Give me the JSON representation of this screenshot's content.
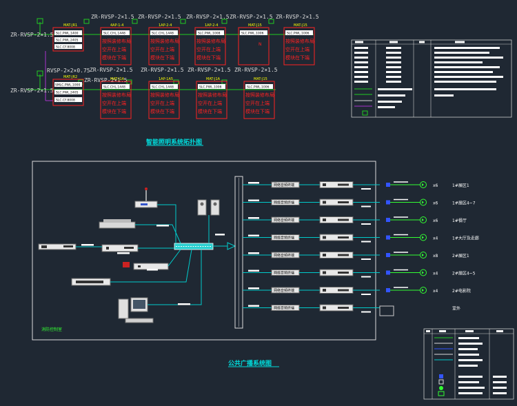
{
  "lighting": {
    "title": "智能照明系统拓扑图",
    "row1": {
      "lead_cable": "ZR-RVSP-2×1.5",
      "seg_cables": [
        "ZR-RVSP-2×1.5",
        "ZR-RVSP-2×1.5",
        "ZR-RVSP-2×1.5",
        "ZR-RVSP-2×1.5",
        "ZR-RVSP-2×1.5"
      ],
      "panels": [
        {
          "tag": "MAT-JR1",
          "lines": [
            "SLC.PWL.1400",
            "SLC.PWL.2405",
            "SLC.CF.8008"
          ]
        },
        {
          "tag": "4AP-1-4",
          "lines": [
            "SLC.CHL.1448"
          ],
          "notes": [
            "按照装修布局",
            "空开在上端",
            "模块在下端"
          ]
        },
        {
          "tag": "1AP-2-4",
          "lines": [
            "SLC.CHL.1448"
          ],
          "notes": [
            "按照装修布局",
            "空开在上端",
            "模块在下端"
          ]
        },
        {
          "tag": "1AP-2-4",
          "lines": [
            "SLC.PWL.1008"
          ],
          "notes": [
            "按照装修布局",
            "空开在上端",
            "模块在下端"
          ]
        },
        {
          "tag": "MAT-J15",
          "lines": [
            "SLC.PWL.1006"
          ],
          "notes": [
            "N"
          ]
        },
        {
          "tag": "MAT-J15",
          "lines": [
            "SLC.PWL.1006"
          ],
          "notes": [
            "按照装修布局",
            "空开在上端",
            "模块在下端"
          ]
        }
      ]
    },
    "row2": {
      "lead_cable": "ZR-RVSP-2×1.5",
      "top_cable": "RVSP-2×2×0.75",
      "seg_cables": [
        "ZR-RVSP-2×1.5",
        "ZR-RVSP-2×1.5",
        "ZR-RVSP-2×1.5",
        "ZR-RVSP-2×1.5",
        "ZR-RVSP-2×1.5"
      ],
      "panels": [
        {
          "tag": "MAT-JR2",
          "lines": [
            "SMLC.PWL.1000",
            "SLC.PWL.2405",
            "SLC.CF.8008"
          ]
        },
        {
          "tag": "MAT-J1A",
          "lines": [
            "SLC.CHL.1448"
          ],
          "notes": [
            "按照装修布局",
            "空开在上端",
            "模块在下端"
          ]
        },
        {
          "tag": "1AP-1A5",
          "lines": [
            "SLC.CHL.1448"
          ],
          "notes": [
            "按照装修布局",
            "空开在上端",
            "模块在下端"
          ]
        },
        {
          "tag": "MAT-J1A",
          "lines": [
            "SLC.PWL.1008"
          ],
          "notes": [
            "按照装修布局",
            "空开在上端",
            "模块在下端"
          ]
        },
        {
          "tag": "MAT-J15",
          "lines": [
            "SLC.PWL.1006"
          ],
          "notes": [
            "按照装修布局",
            "空开在上端",
            "模块在下端"
          ]
        }
      ]
    }
  },
  "pa": {
    "title": "公共广播系统图",
    "room_label": "消防控制室",
    "amp_label": "网络音频终端",
    "zones": [
      {
        "count": "x6",
        "name": "1#展区1"
      },
      {
        "count": "x6",
        "name": "1#展区4~7"
      },
      {
        "count": "x6",
        "name": "1#餐厅"
      },
      {
        "count": "x4",
        "name": "1#大厅及走廊"
      },
      {
        "count": "x8",
        "name": "2#展区1"
      },
      {
        "count": "x4",
        "name": "2#展区4~5"
      },
      {
        "count": "x4",
        "name": "2#电影院"
      },
      {
        "count": "",
        "name": "室外"
      }
    ]
  },
  "colors": {
    "background": "#1f2833",
    "lighting_line": "#22cc22",
    "panel_red": "#ff2222",
    "label_yellow": "#ffff00",
    "pa_cyan": "#00cccc",
    "speaker_green": "#33ff33",
    "purple": "#aa33cc"
  }
}
